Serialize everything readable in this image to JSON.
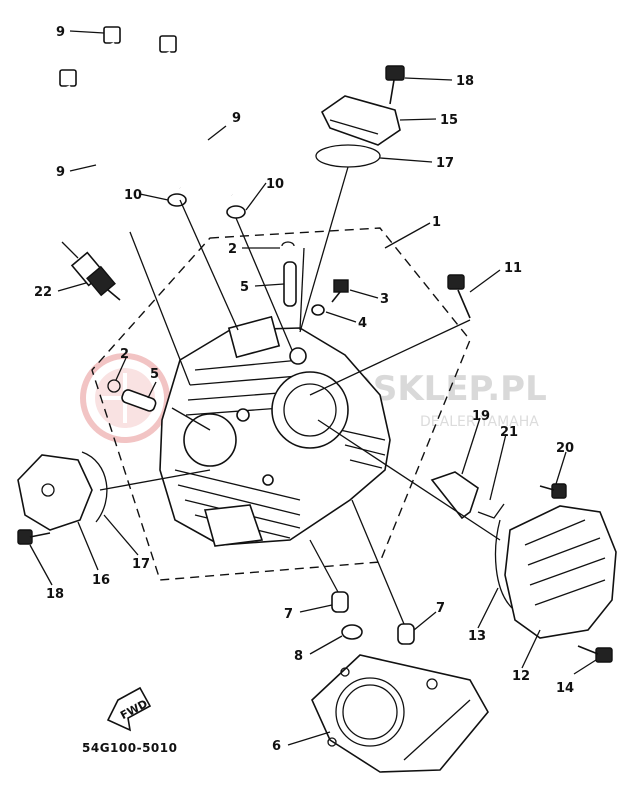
{
  "diagram": {
    "part_number": "54G100-5010",
    "direction_label": "FWD",
    "watermark": {
      "brand": "MOTOSKLEP.PL",
      "subtitle": "DEALER YAMAHA"
    },
    "callouts": {
      "c1": "1",
      "c2a": "2",
      "c2b": "2",
      "c3": "3",
      "c4": "4",
      "c5a": "5",
      "c5b": "5",
      "c6": "6",
      "c7a": "7",
      "c7b": "7",
      "c8": "8",
      "c9a": "9",
      "c9b": "9",
      "c9c": "9",
      "c10a": "10",
      "c10b": "10",
      "c11": "11",
      "c12": "12",
      "c13": "13",
      "c14": "14",
      "c15": "15",
      "c16": "16",
      "c17a": "17",
      "c17b": "17",
      "c18a": "18",
      "c18b": "18",
      "c19": "19",
      "c20": "20",
      "c21": "21",
      "c22": "22"
    }
  }
}
